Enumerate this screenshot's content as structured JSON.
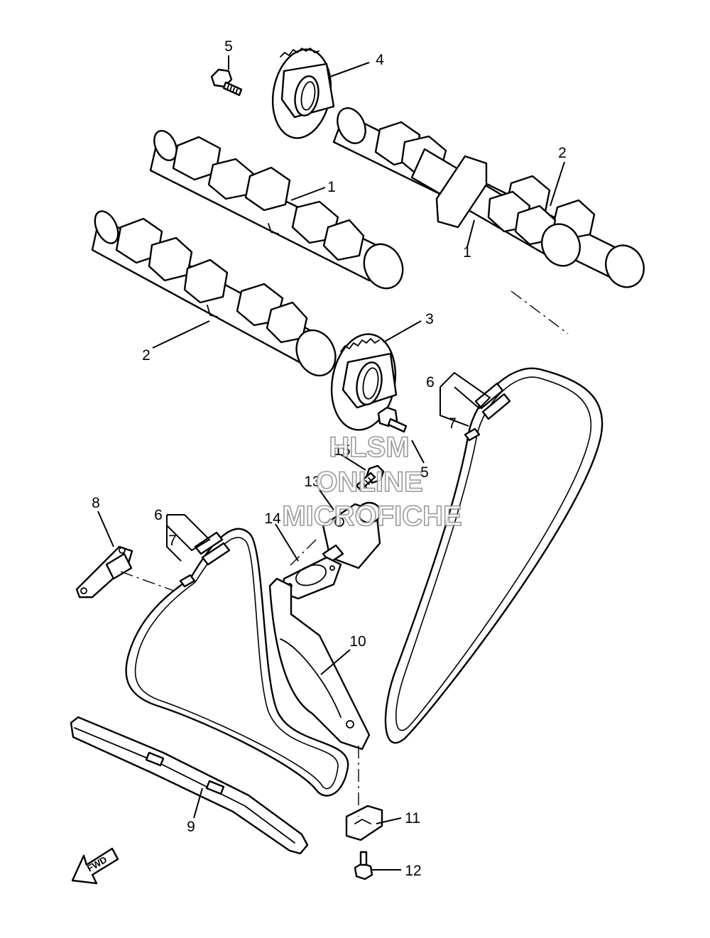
{
  "callouts": {
    "c1a": "1",
    "c1b": "1",
    "c2a": "2",
    "c2b": "2",
    "c3": "3",
    "c4": "4",
    "c5a": "5",
    "c5b": "5",
    "c6a": "6",
    "c6b": "6",
    "c7a": "7",
    "c7b": "7",
    "c8": "8",
    "c9": "9",
    "c10": "10",
    "c11": "11",
    "c12": "12",
    "c13": "13",
    "c14": "14",
    "c15": "15"
  },
  "watermark": {
    "line1": "HLSM",
    "line2": "ONLINE",
    "line3": "MICROFICHE"
  },
  "fwd_label": "FWD"
}
